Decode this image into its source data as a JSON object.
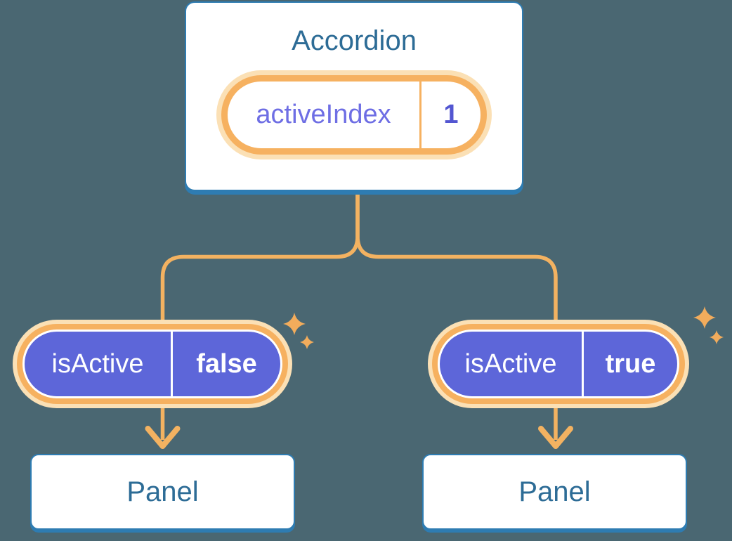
{
  "accordion": {
    "title": "Accordion",
    "state": {
      "name": "activeIndex",
      "value": "1"
    }
  },
  "children": [
    {
      "prop_name": "isActive",
      "prop_value": "false",
      "panel_title": "Panel"
    },
    {
      "prop_name": "isActive",
      "prop_value": "true",
      "panel_title": "Panel"
    }
  ],
  "icons": {
    "sparkle": "four-point-star",
    "arrow": "arrow-down"
  },
  "colors": {
    "background": "#4A6772",
    "card_border_blue": "#2E7CB2",
    "heading_text_blue": "#2D6C96",
    "pill_purple": "#5D66D9",
    "state_name_purple": "#6E6EE4",
    "state_value_purple": "#5356D1",
    "orange_ring": "#F6B160",
    "orange_glow": "#FBE0B5",
    "connector_orange": "#F3B261",
    "sparkle_orange": "#F2AC5C",
    "pill_text_white": "#FFFFFF",
    "card_background": "#FFFFFF"
  }
}
